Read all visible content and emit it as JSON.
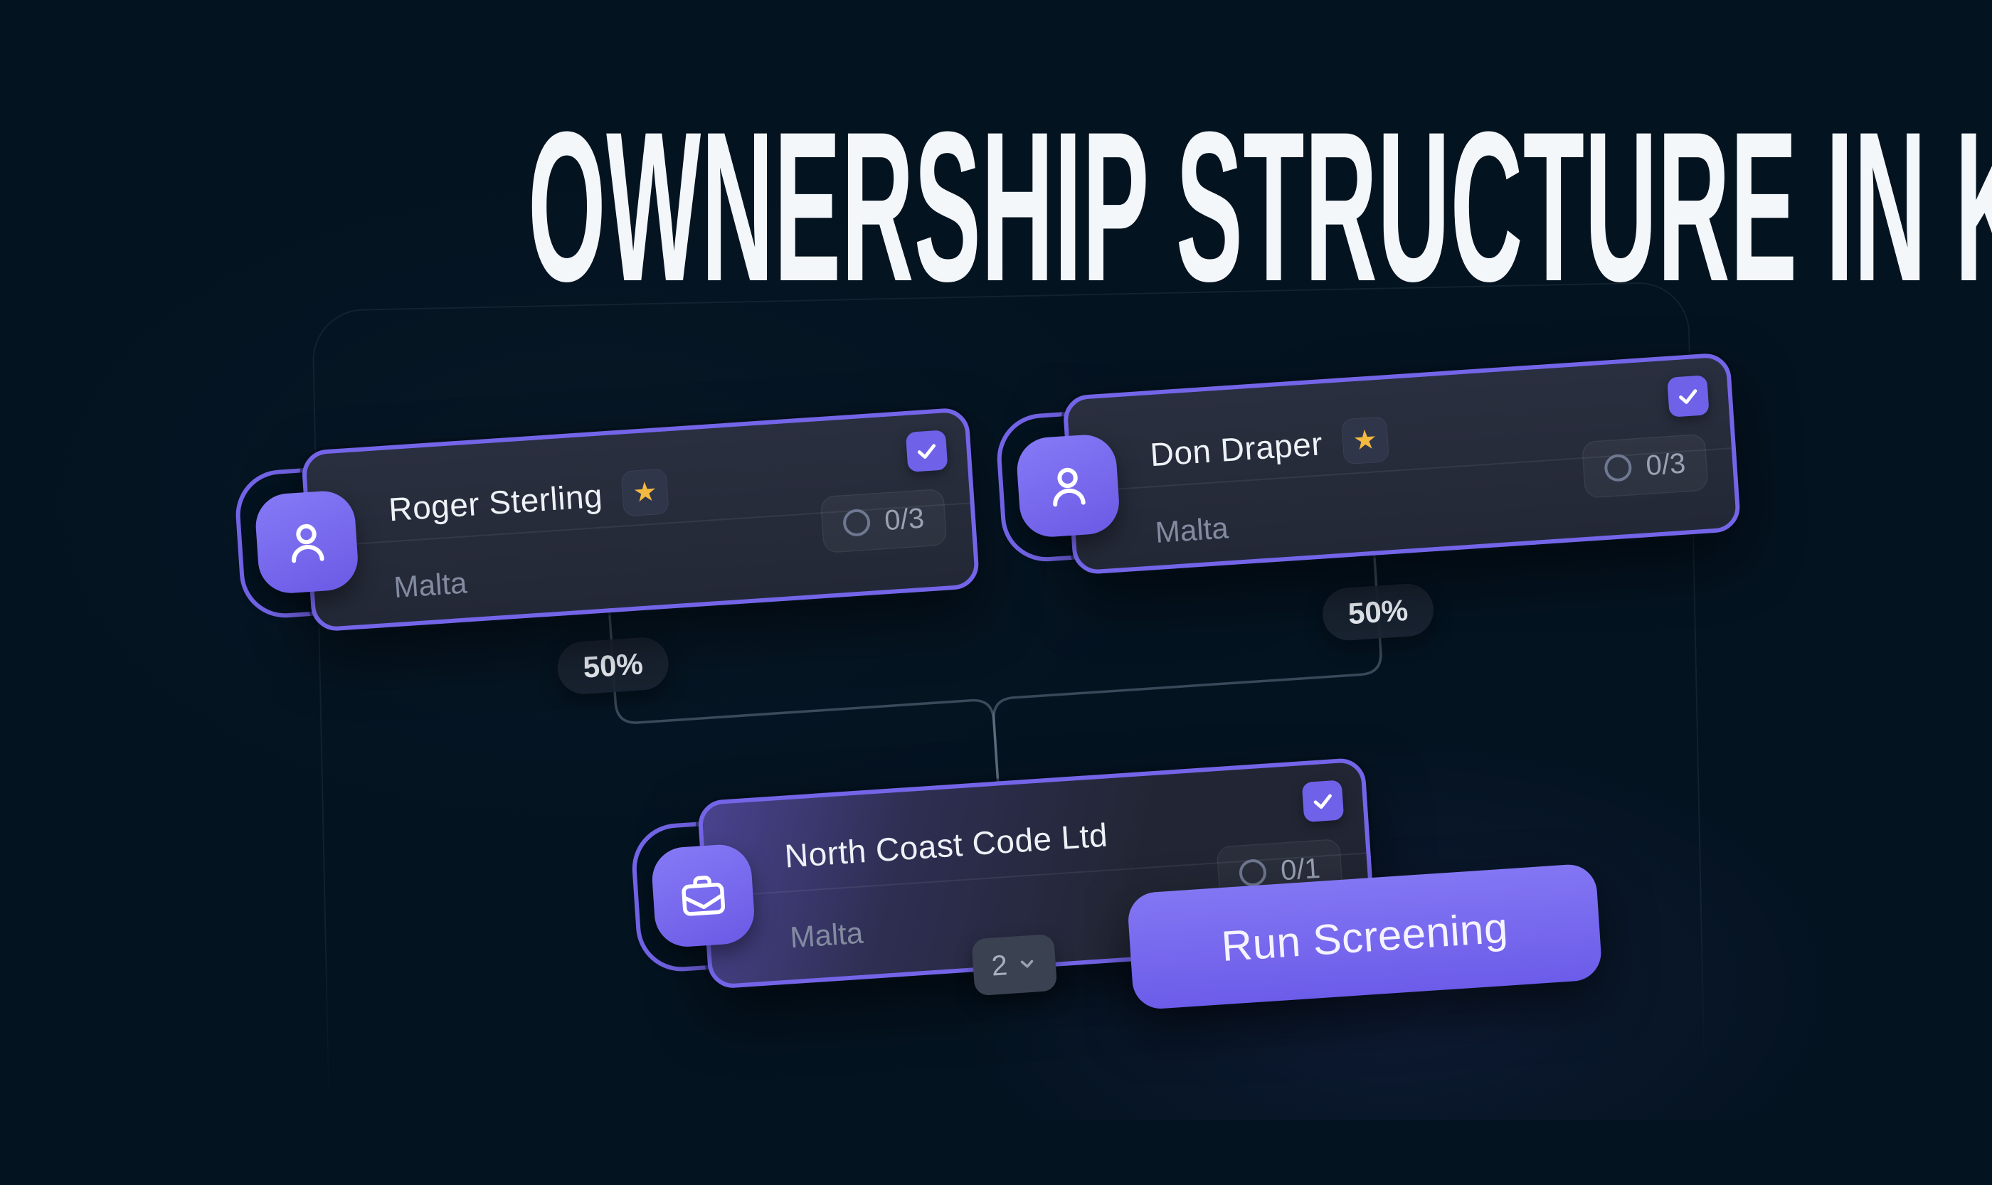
{
  "title": "OWNERSHIP STRUCTURE IN KYC",
  "nodes": {
    "roger": {
      "name": "Roger Sterling",
      "country": "Malta",
      "progress": "0/3",
      "entity_type": "person",
      "starred": true,
      "checked": true
    },
    "don": {
      "name": "Don Draper",
      "country": "Malta",
      "progress": "0/3",
      "entity_type": "person",
      "starred": true,
      "checked": true
    },
    "company": {
      "name": "North Coast Code Ltd",
      "country": "Malta",
      "progress": "0/1",
      "entity_type": "company",
      "starred": false,
      "checked": true,
      "shareholder_count": "2"
    }
  },
  "edges": {
    "left": {
      "from": "roger",
      "to": "company",
      "label": "50%"
    },
    "right": {
      "from": "don",
      "to": "company",
      "label": "50%"
    }
  },
  "cta": {
    "label": "Run Screening"
  },
  "colors": {
    "background": "#041320",
    "accent": "#7465E8",
    "star": "#F3BA3F",
    "card_bg": "#262B3A",
    "button": "#7566EC"
  }
}
